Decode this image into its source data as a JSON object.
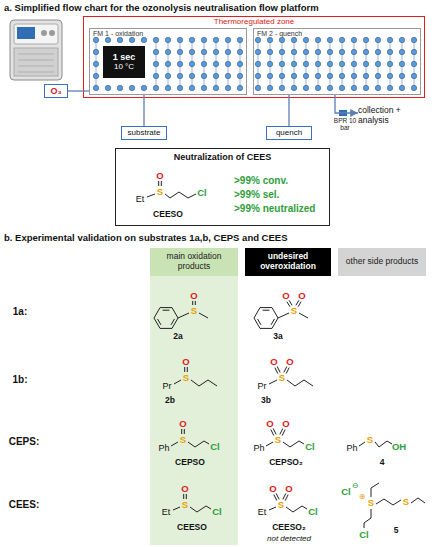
{
  "diagram": {
    "nodes": [
      {
        "text": [
          "O₃"
        ]
      },
      {
        "text": [
          "Thermoregulated zone"
        ]
      },
      {
        "text": [
          "FM 1 - oxidation"
        ],
        "in": 1
      },
      {
        "text": [
          "1 sec",
          "10 °C"
        ],
        "in": 2
      },
      {
        "text": [
          "FM 2 - quench"
        ],
        "in": 1
      },
      {
        "text": [
          "substrate"
        ]
      },
      {
        "text": [
          "quench"
        ]
      },
      {
        "text": [
          "collection + analysis"
        ]
      },
      {
        "text": [
          "Neutralization of CEES",
          ">99% conv.",
          ">99% sel.",
          ">99% neutralized"
        ]
      },
      {
        "text": [
          "main oxidation products"
        ]
      },
      {
        "text": [
          "undesired overoxidation"
        ]
      },
      {
        "text": [
          "other side products"
        ]
      }
    ],
    "edges": [
      {
        "from": 0,
        "to": 2,
        "arrow": "none"
      },
      {
        "from": 5,
        "to": 2,
        "arrow": "none"
      },
      {
        "from": 6,
        "to": 4,
        "arrow": "none"
      },
      {
        "from": 4,
        "to": 7,
        "label": "BPR 10 bar",
        "arrow": "to"
      }
    ],
    "labels": [
      "a. Simplified flow chart for the ozonolysis neutralisation flow platform",
      "O",
      "Et",
      "S",
      "Cl",
      "CEESO",
      "b. Experimental validation on substrates 1a,b, CEPS and CEES",
      "1a:",
      "O",
      "S",
      "2a",
      "O",
      "O",
      "S",
      "3a",
      "1b:",
      "O",
      "Pr",
      "S",
      "2b",
      "O",
      "O",
      "Pr",
      "S",
      "3b",
      "CEPS:",
      "O",
      "Ph",
      "S",
      "Cl",
      "CEPSO",
      "O",
      "O",
      "Ph",
      "S",
      "Cl",
      "CEPSO₂",
      "Ph",
      "S",
      "OH",
      "4",
      "CEES:",
      "O",
      "Et",
      "S",
      "Cl",
      "CEESO",
      "O",
      "O",
      "Et",
      "S",
      "Cl",
      "CEESO₂",
      "not detected",
      "Cl",
      "⊖",
      "⊕",
      "S",
      "S",
      "Cl",
      "5"
    ]
  }
}
